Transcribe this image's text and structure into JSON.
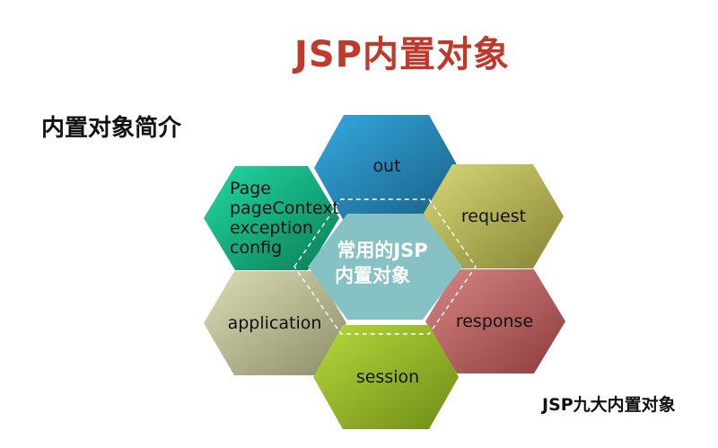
{
  "title": "JSP内置对象",
  "subtitle": "内置对象简介",
  "caption": "JSP九大内置对象",
  "center": {
    "line1": "常用的JSP",
    "line2": "内置对象"
  },
  "hexagons": {
    "out": {
      "label": "out",
      "color_light": "#35a9e0",
      "color_dark": "#185f86"
    },
    "request": {
      "label": "request",
      "color_light": "#d9d878",
      "color_dark": "#868433"
    },
    "response": {
      "label": "response",
      "color_light": "#d68585",
      "color_dark": "#8f3b3b"
    },
    "session": {
      "label": "session",
      "color_light": "#b6d83c",
      "color_dark": "#6f8c16"
    },
    "application": {
      "label": "application",
      "color_light": "#dcdcb4",
      "color_dark": "#8d8d6b"
    },
    "page_group": {
      "lines": [
        "Page",
        "pageContext",
        "exception",
        "config"
      ],
      "color_light": "#22d9a4",
      "color_dark": "#0b7d56"
    }
  },
  "colors": {
    "title": "#c0392b",
    "center_fill": "#86c1c3"
  }
}
